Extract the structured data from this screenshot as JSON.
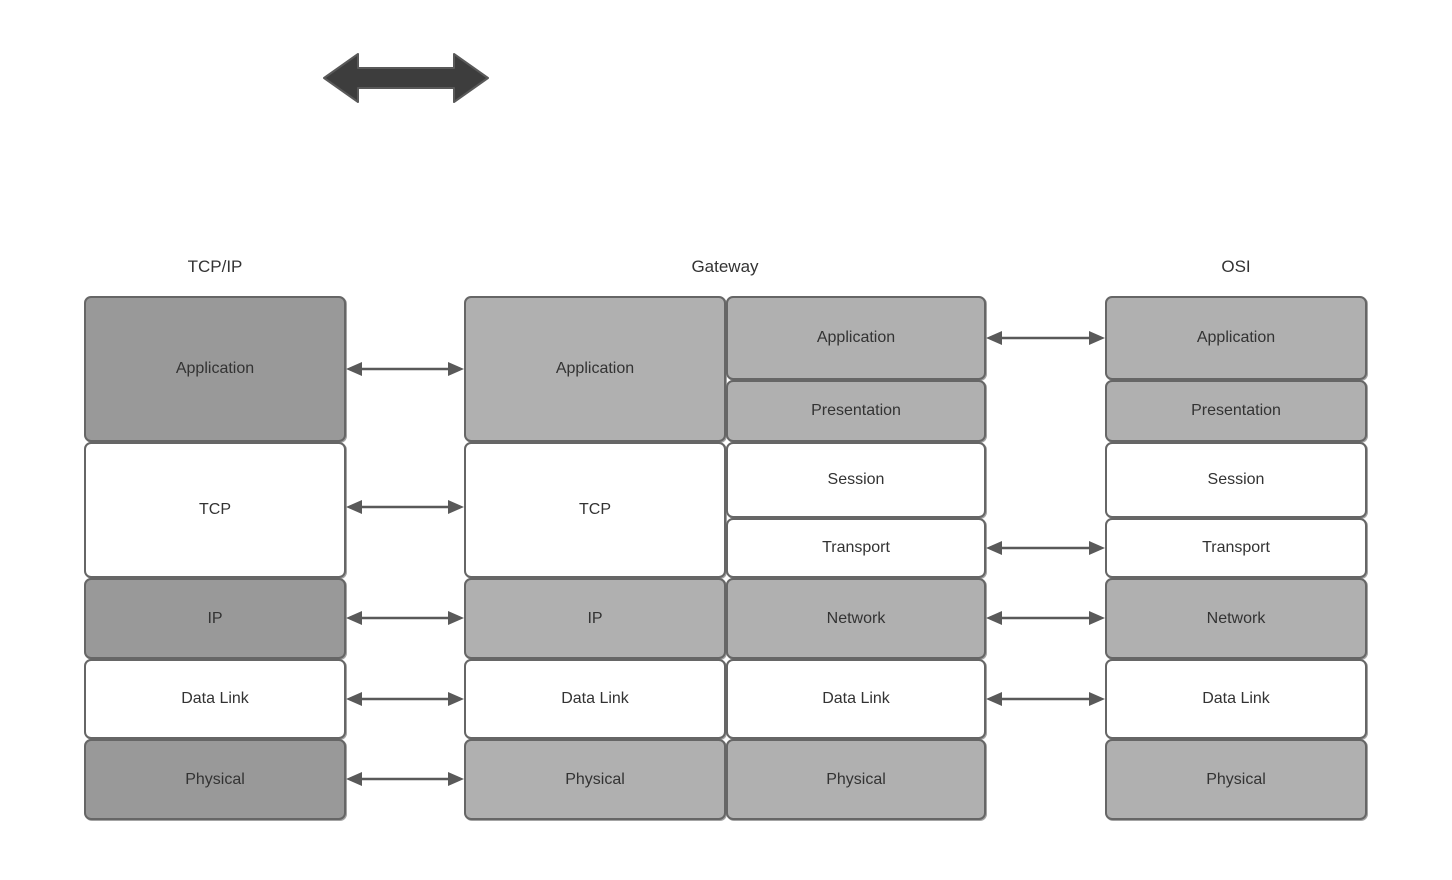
{
  "diagram": {
    "title_hidden": "TCP/IP, Gateway and OSI protocol stack comparison",
    "colors": {
      "stroke": "#666666",
      "fill_dark_gray": "#999999",
      "fill_mid_gray": "#b0b0b0",
      "fill_white": "#ffffff",
      "text": "#333333",
      "block_arrow": "#3d3d3d",
      "connector": "#595959"
    }
  },
  "top_arrow": {
    "name": "double-headed-block-arrow",
    "direction": "bidirectional"
  },
  "columns": [
    {
      "id": "tcpip",
      "title": "TCP/IP",
      "sublists": [
        {
          "id": "tcpip-main",
          "layers": [
            {
              "label": "Application",
              "fill": "dark"
            },
            {
              "label": "TCP",
              "fill": "white"
            },
            {
              "label": "IP",
              "fill": "dark"
            },
            {
              "label": "Data Link",
              "fill": "white"
            },
            {
              "label": "Physical",
              "fill": "dark"
            }
          ]
        }
      ]
    },
    {
      "id": "gateway",
      "title": "Gateway",
      "sublists": [
        {
          "id": "gateway-left",
          "layers": [
            {
              "label": "Application",
              "fill": "mid"
            },
            {
              "label": "TCP",
              "fill": "white"
            },
            {
              "label": "IP",
              "fill": "mid"
            },
            {
              "label": "Data Link",
              "fill": "white"
            },
            {
              "label": "Physical",
              "fill": "mid"
            }
          ]
        },
        {
          "id": "gateway-right",
          "layers": [
            {
              "label": "Application",
              "fill": "mid"
            },
            {
              "label": "Presentation",
              "fill": "mid"
            },
            {
              "label": "Session",
              "fill": "white"
            },
            {
              "label": "Transport",
              "fill": "white"
            },
            {
              "label": "Network",
              "fill": "mid"
            },
            {
              "label": "Data Link",
              "fill": "white"
            },
            {
              "label": "Physical",
              "fill": "mid"
            }
          ]
        }
      ]
    },
    {
      "id": "osi",
      "title": "OSI",
      "sublists": [
        {
          "id": "osi-main",
          "layers": [
            {
              "label": "Application",
              "fill": "mid"
            },
            {
              "label": "Presentation",
              "fill": "mid"
            },
            {
              "label": "Session",
              "fill": "white"
            },
            {
              "label": "Transport",
              "fill": "white"
            },
            {
              "label": "Network",
              "fill": "mid"
            },
            {
              "label": "Data Link",
              "fill": "white"
            },
            {
              "label": "Physical",
              "fill": "mid"
            }
          ]
        }
      ]
    }
  ],
  "connectors": {
    "left_group": [
      {
        "from": "tcpip.Application",
        "to": "gateway-left.Application"
      },
      {
        "from": "tcpip.TCP",
        "to": "gateway-left.TCP"
      },
      {
        "from": "tcpip.IP",
        "to": "gateway-left.IP"
      },
      {
        "from": "tcpip.Data Link",
        "to": "gateway-left.Data Link"
      },
      {
        "from": "tcpip.Physical",
        "to": "gateway-left.Physical"
      }
    ],
    "right_group": [
      {
        "from": "gateway-right.Application",
        "to": "osi.Application"
      },
      {
        "from": "gateway-right.Transport",
        "to": "osi.Transport"
      },
      {
        "from": "gateway-right.Network",
        "to": "osi.Network"
      },
      {
        "from": "gateway-right.Data Link",
        "to": "osi.Data Link"
      }
    ]
  }
}
